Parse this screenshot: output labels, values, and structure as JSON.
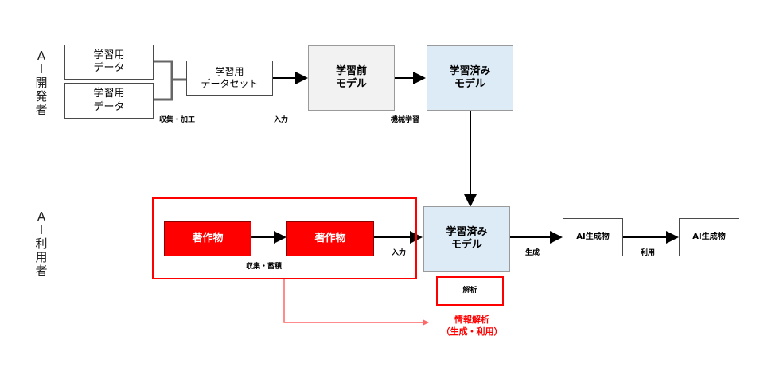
{
  "rows": {
    "developer_label": "A\nI\n開\n発\n者",
    "user_label": "A\nI\n利\n用\n者"
  },
  "developer_flow": {
    "data1": "学習用\nデータ",
    "data2": "学習用\nデータ",
    "dataset": "学習用\nデータセット",
    "pretrained": "学習前\nモデル",
    "trained": "学習済み\nモデル",
    "collect_process": "収集・加工",
    "input": "入力",
    "machine_learning": "機械学習"
  },
  "user_flow": {
    "work1": "著作物",
    "work2": "著作物",
    "collect_accumulate": "収集・蓄積",
    "input": "入力",
    "trained": "学習済み\nモデル",
    "analysis": "解析",
    "generate": "生成",
    "ai_output1": "AI生成物",
    "use": "利用",
    "ai_output2": "AI生成物",
    "info_analysis": "情報解析\n（生成・利用）"
  },
  "colors": {
    "red": "#ff0000",
    "light_red": "#ff6666",
    "blue_fill": "#ddebf7",
    "gray_fill": "#f2f2f2"
  }
}
